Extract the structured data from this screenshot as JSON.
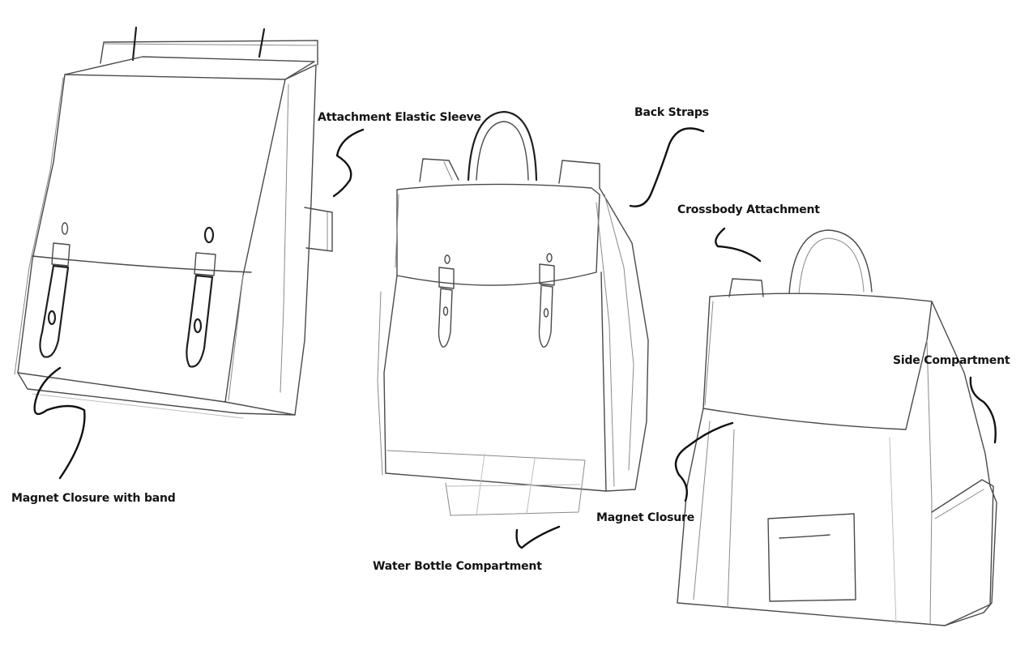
{
  "labels": {
    "attachment_elastic_sleeve": "Attachment Elastic Sleeve",
    "back_straps": "Back Straps",
    "crossbody_attachment": "Crossbody Attachment",
    "side_compartment": "Side Compartment",
    "magnet_closure_with_band": "Magnet Closure with band",
    "water_bottle_compartment": "Water Bottle Compartment",
    "magnet_closure": "Magnet Closure"
  },
  "colors": {
    "background": "#ffffff",
    "sketch": "#4a4a4a",
    "ink": "#111111"
  }
}
